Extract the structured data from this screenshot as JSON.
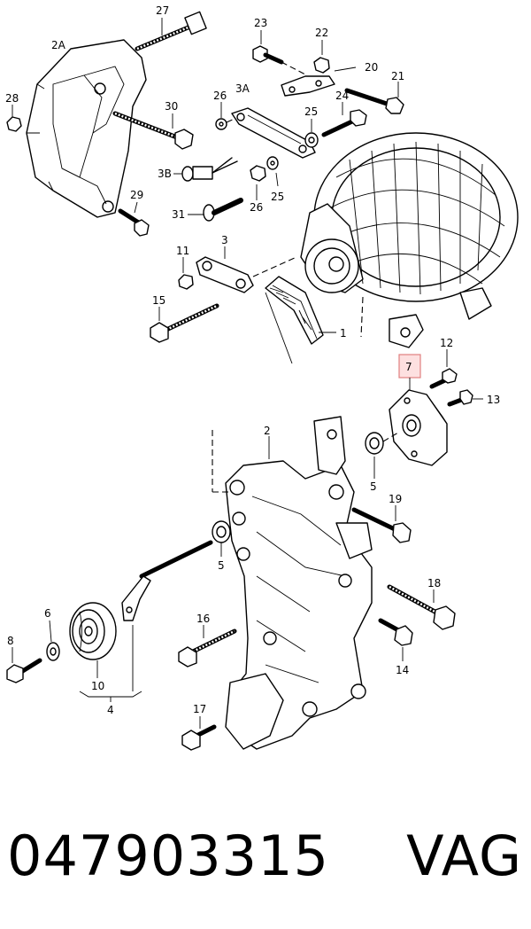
{
  "callouts": {
    "c27": "27",
    "c2a": "2A",
    "c28": "28",
    "c30": "30",
    "c29": "29",
    "c23": "23",
    "c22": "22",
    "c20": "20",
    "c21": "21",
    "c3a": "3A",
    "c26a": "26",
    "c24": "24",
    "c25a": "25",
    "c3b": "3B",
    "c26b": "26",
    "c25b": "25",
    "c31": "31",
    "c11": "11",
    "c3": "3",
    "c15": "15",
    "c1": "1",
    "c12": "12",
    "c7": "7",
    "c13": "13",
    "c2": "2",
    "c5a": "5",
    "c19": "19",
    "c5b": "5",
    "c18": "18",
    "c6": "6",
    "c16": "16",
    "c8": "8",
    "c10": "10",
    "c14": "14",
    "c4": "4",
    "c17": "17"
  },
  "footer": {
    "part_number": "047903315",
    "brand": "VAG"
  }
}
